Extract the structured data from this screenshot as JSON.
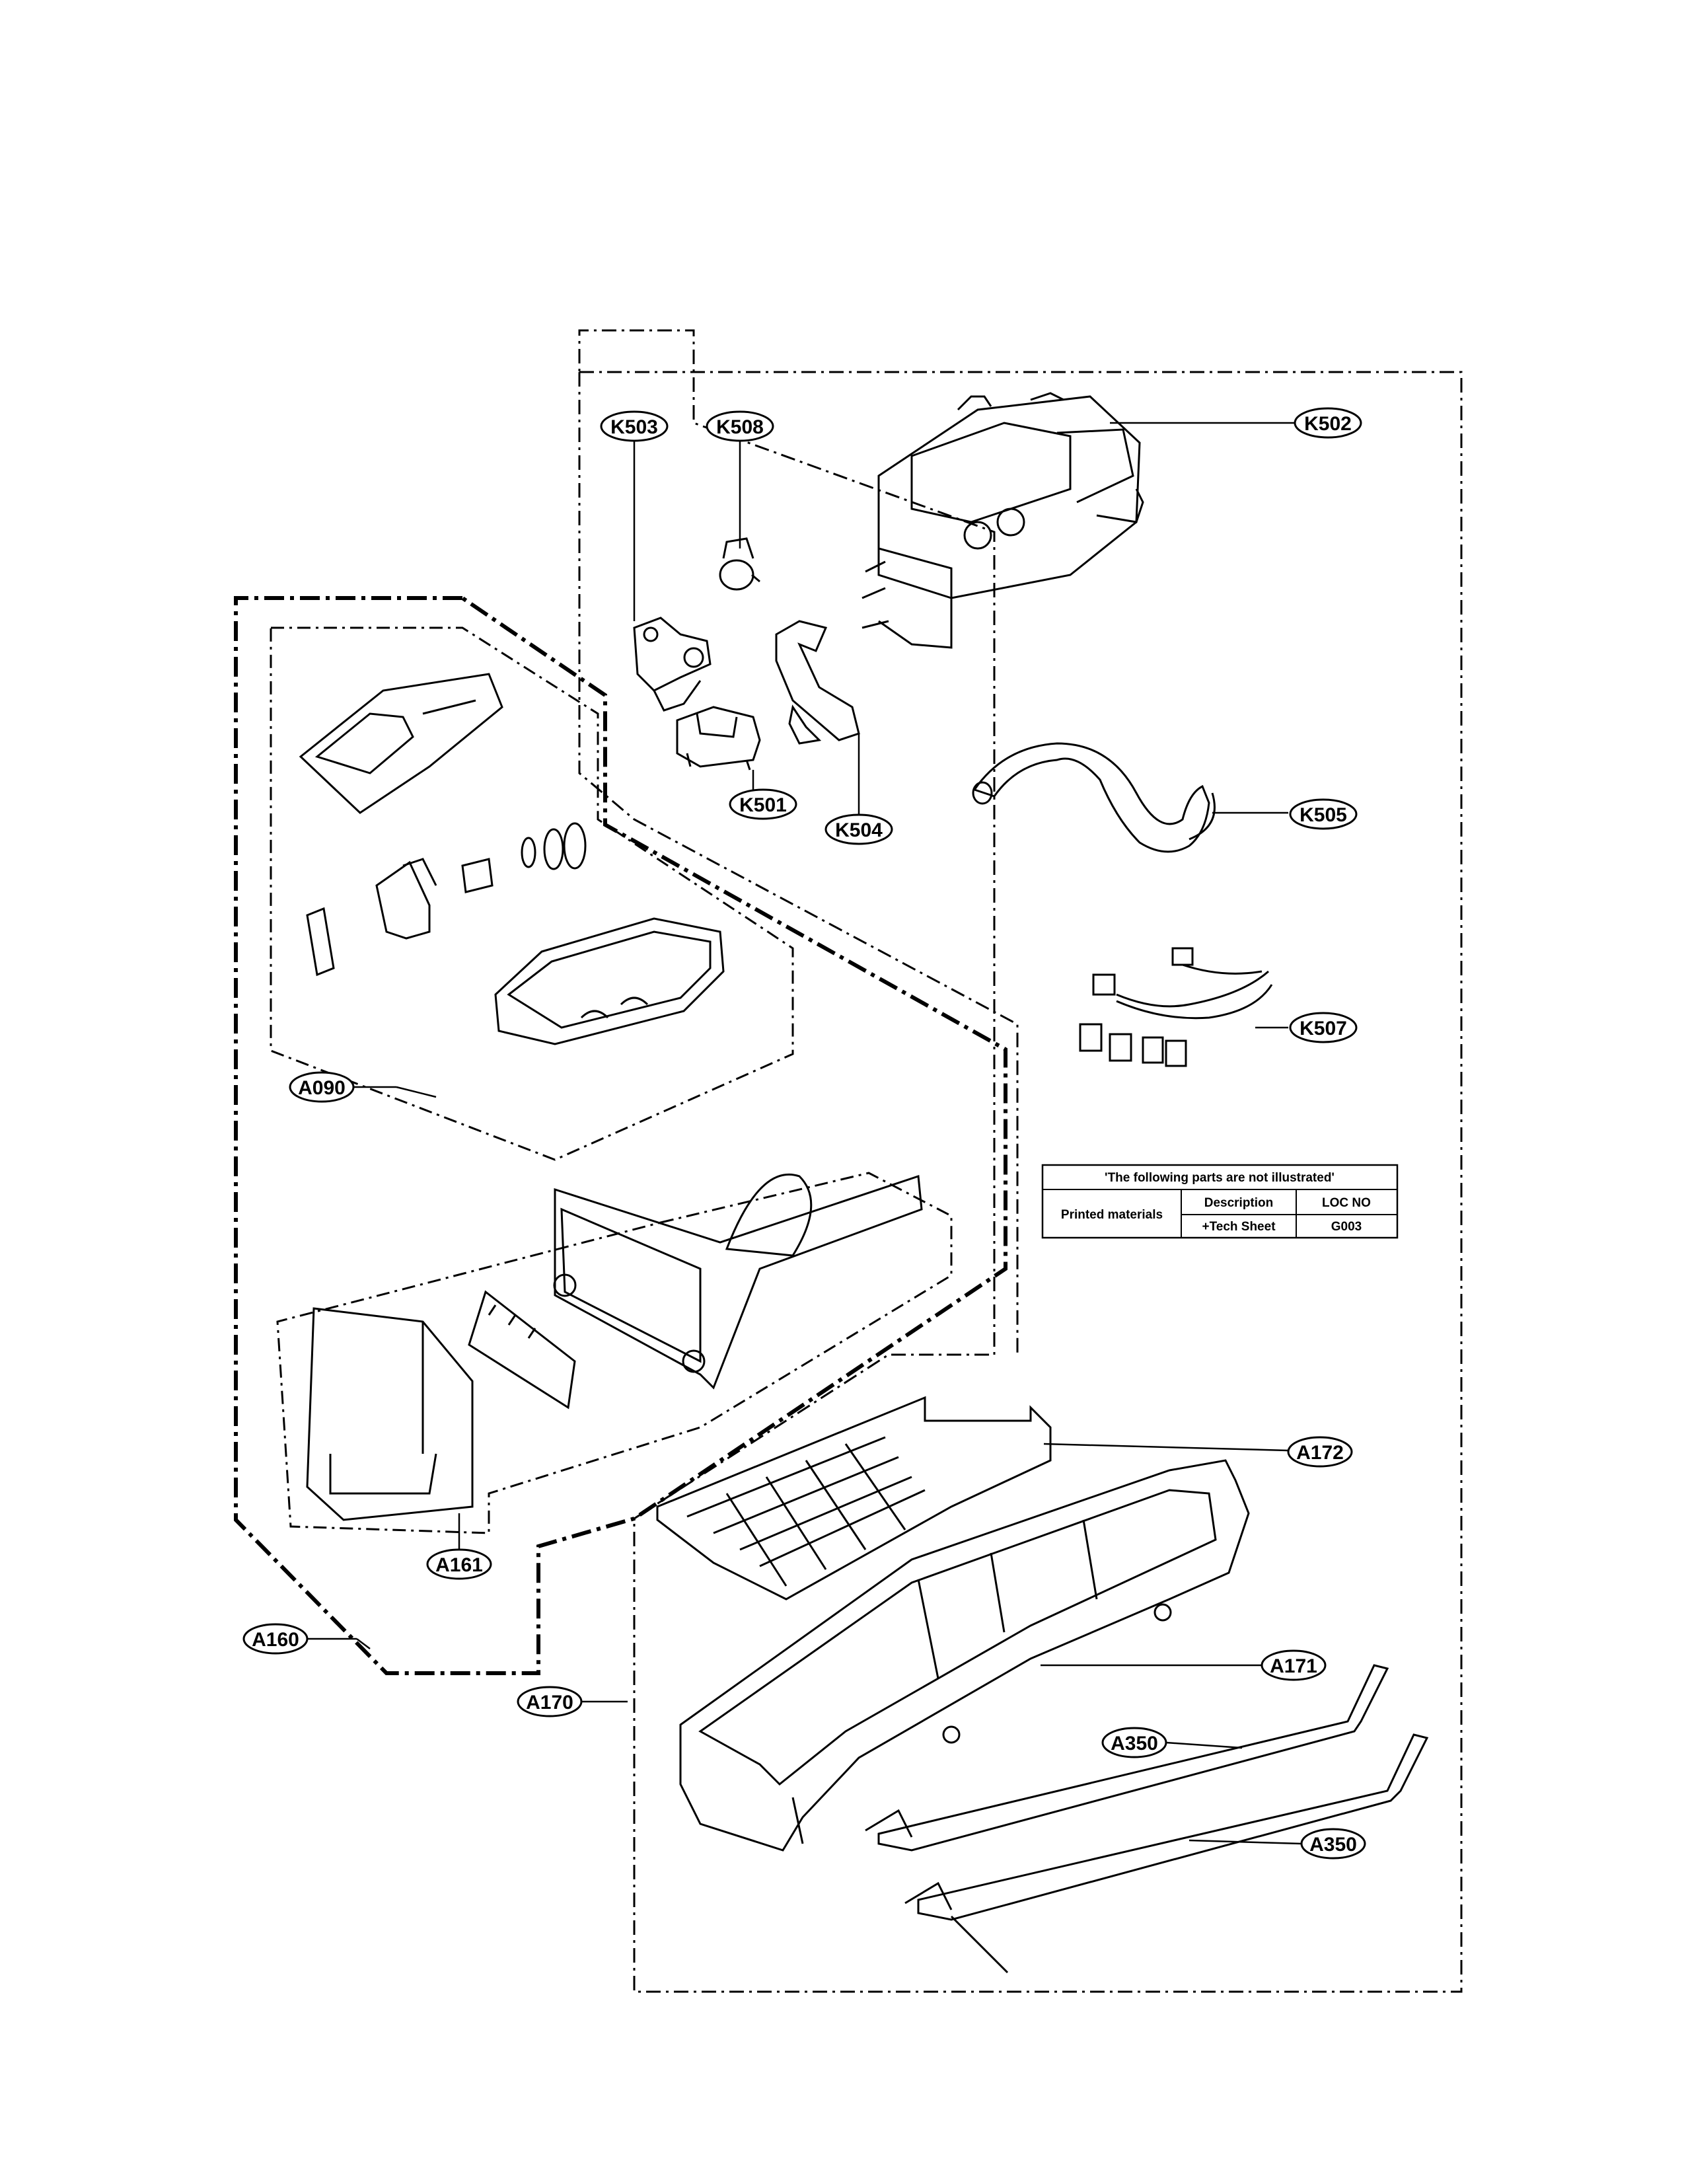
{
  "parts": {
    "K503": "K503",
    "K508": "K508",
    "K502": "K502",
    "K501": "K501",
    "K504": "K504",
    "K505": "K505",
    "K507": "K507",
    "A090": "A090",
    "A161": "A161",
    "A160": "A160",
    "A170": "A170",
    "A172": "A172",
    "A171": "A171",
    "A350_upper": "A350",
    "A350_lower": "A350"
  },
  "notice_table": {
    "header": "'The following parts are not illustrated'",
    "row_label": "Printed materials",
    "col_description": "Description",
    "col_loc": "LOC NO",
    "item_description": "+Tech Sheet",
    "item_loc": "G003"
  }
}
